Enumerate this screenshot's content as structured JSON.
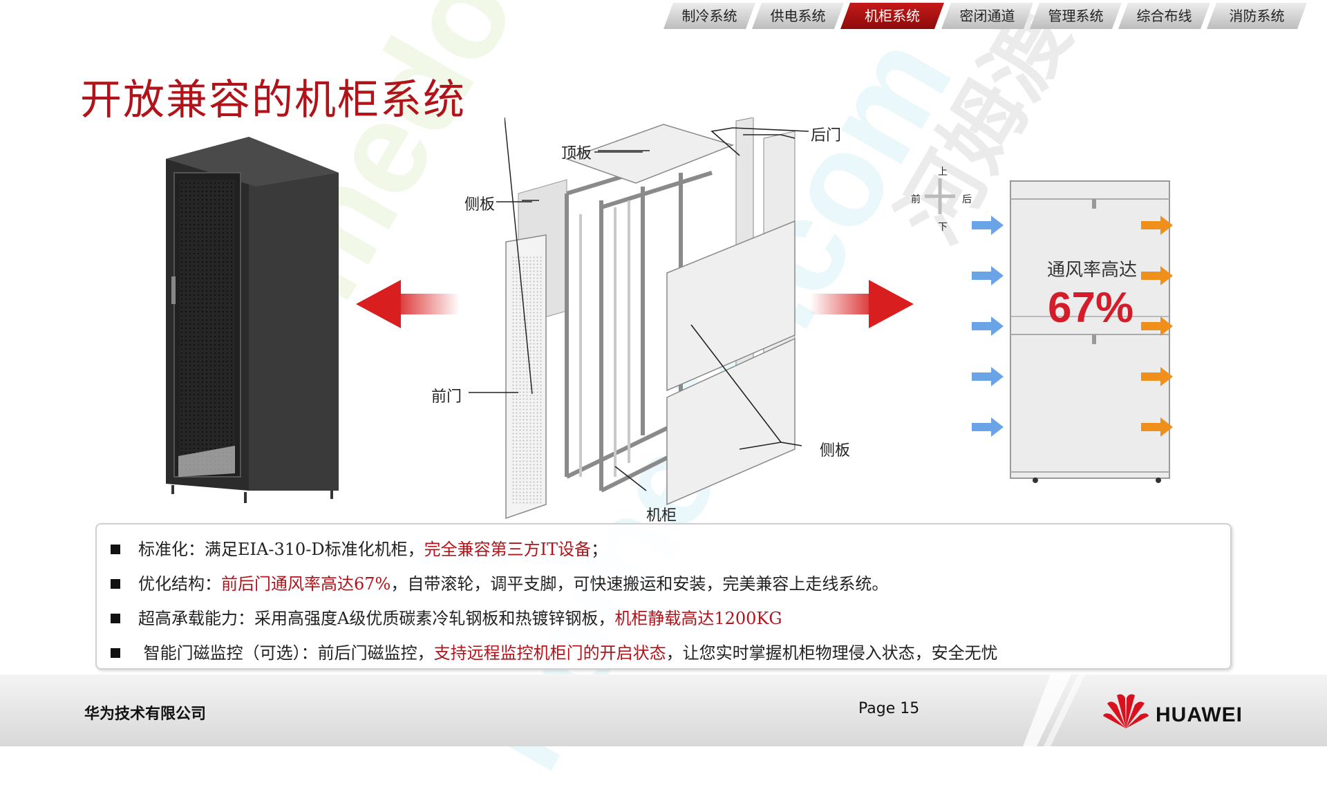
{
  "nav": {
    "tabs": [
      "制冷系统",
      "供电系统",
      "机柜系统",
      "密闭通道",
      "管理系统",
      "综合布线",
      "消防系统"
    ],
    "active_index": 2
  },
  "title": "开放兼容的机柜系统",
  "watermark": [
    "homedo.com",
    "河姆渡"
  ],
  "diagram": {
    "labels": {
      "top_panel": "顶板",
      "rear_door": "后门",
      "side_panel_left": "侧板",
      "front_door": "前门",
      "side_panel_right": "侧板",
      "frame": "机柜"
    }
  },
  "airflow": {
    "directions": {
      "up": "上",
      "front": "前",
      "rear": "后",
      "down": "下"
    },
    "caption": "通风率高达",
    "value": "67%"
  },
  "features": [
    {
      "parts": [
        {
          "t": "标准化：满足EIA-310-D标准化机柜，",
          "r": false
        },
        {
          "t": "完全兼容第三方IT设备",
          "r": true
        },
        {
          "t": "；",
          "r": false
        }
      ]
    },
    {
      "parts": [
        {
          "t": "优化结构：",
          "r": false
        },
        {
          "t": "前后门通风率高达67%",
          "r": true
        },
        {
          "t": "，自带滚轮，调平支脚，可快速搬运和安装，完美兼容上走线系统。",
          "r": false
        }
      ]
    },
    {
      "parts": [
        {
          "t": "超高承载能力：采用高强度A级优质碳素冷轧钢板和热镀锌钢板，",
          "r": false
        },
        {
          "t": "机柜静载高达1200KG",
          "r": true
        }
      ]
    },
    {
      "parts": [
        {
          "t": " 智能门磁监控（可选）：前后门磁监控，",
          "r": false
        },
        {
          "t": "支持远程监控机柜门的开启状态",
          "r": true
        },
        {
          "t": "，让您实时掌握机柜物理侵入状态，安全无忧",
          "r": false
        }
      ]
    }
  ],
  "footer": {
    "company": "华为技术有限公司",
    "page": "Page 15",
    "brand": "HUAWEI"
  },
  "colors": {
    "accent": "#b0141a",
    "arrow_blue": "#6aa3e6",
    "arrow_orange": "#f0901c"
  }
}
